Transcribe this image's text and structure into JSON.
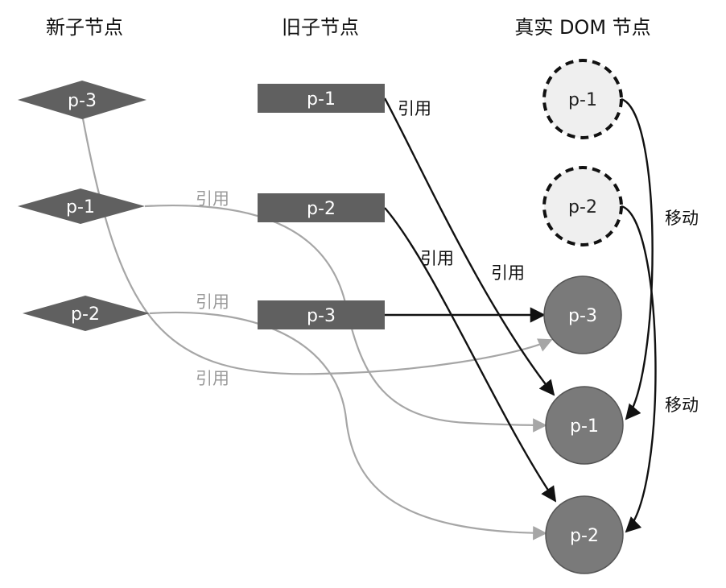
{
  "headers": {
    "new_children": "新子节点",
    "old_children": "旧子节点",
    "real_dom": "真实 DOM 节点"
  },
  "new_nodes": [
    "p-3",
    "p-1",
    "p-2"
  ],
  "old_nodes": [
    "p-1",
    "p-2",
    "p-3"
  ],
  "dom_nodes_moved_out": [
    "p-1",
    "p-2"
  ],
  "dom_nodes": [
    "p-3",
    "p-1",
    "p-2"
  ],
  "edge_labels": {
    "ref_old_p1": "引用",
    "ref_old_p2": "引用",
    "ref_old_p1_mid": "引用",
    "ref_new_p1": "引用",
    "ref_new_p2": "引用",
    "ref_new_p3": "引用",
    "move_top": "移动",
    "move_bottom": "移动"
  },
  "colors": {
    "node_fill": "#606060",
    "dom_fill": "#7a7a7a",
    "ghost_fill": "#efefef",
    "black_edge": "#111111",
    "gray_edge": "#a6a6a6"
  }
}
